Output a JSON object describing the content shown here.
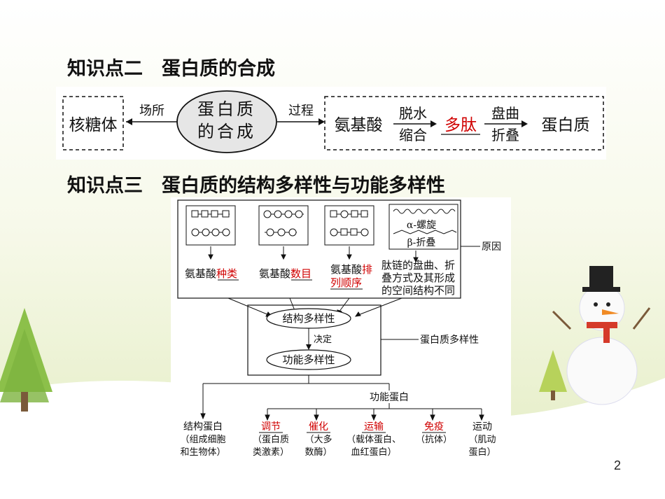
{
  "headings": {
    "h2": "知识点二　蛋白质的合成",
    "h3": "知识点三　蛋白质的结构多样性与功能多样性"
  },
  "synthesis": {
    "ribosome": "核糖体",
    "place": "场所",
    "center_line1": "蛋白质",
    "center_line2": "的合成",
    "process": "过程",
    "amino": "氨基酸",
    "dehydrate": "脱水",
    "condense": "缩合",
    "peptide": "多肽",
    "coil": "盘曲",
    "fold": "折叠",
    "protein": "蛋白质"
  },
  "diversity": {
    "helix": "α-螺旋",
    "sheet": "β-折叠",
    "cause_label": "原因",
    "reason1_prefix": "氨基酸",
    "reason1_red": "种类",
    "reason2_prefix": "氨基酸",
    "reason2_red": "数目",
    "reason3_prefix": "氨基酸",
    "reason3_red_a": "排",
    "reason3_red_b": "列顺序",
    "reason4_l1": "肽链的盘曲、折",
    "reason4_l2": "叠方式及其形成",
    "reason4_l3": "的空间结构不同",
    "structure": "结构多样性",
    "decides": "决定",
    "function": "功能多样性",
    "protein_diversity": "蛋白质多样性",
    "functional_protein": "功能蛋白",
    "structural_protein": "结构蛋白",
    "structural_desc1": "（组成细胞",
    "structural_desc2": "和生物体）",
    "regulate": "调节",
    "regulate_desc1": "（蛋白质",
    "regulate_desc2": "类激素）",
    "catalyze": "催化",
    "catalyze_desc1": "（大多",
    "catalyze_desc2": "数酶）",
    "transport": "运输",
    "transport_desc1": "（载体蛋白、",
    "transport_desc2": "血红蛋白）",
    "immune": "免疫",
    "immune_desc": "（抗体）",
    "movement": "运动",
    "movement_desc1": "（肌动",
    "movement_desc2": "蛋白）"
  },
  "page_number": "2",
  "colors": {
    "accent_red": "#d00000",
    "sky": "#e9f1c7",
    "snow": "#ffffff"
  }
}
